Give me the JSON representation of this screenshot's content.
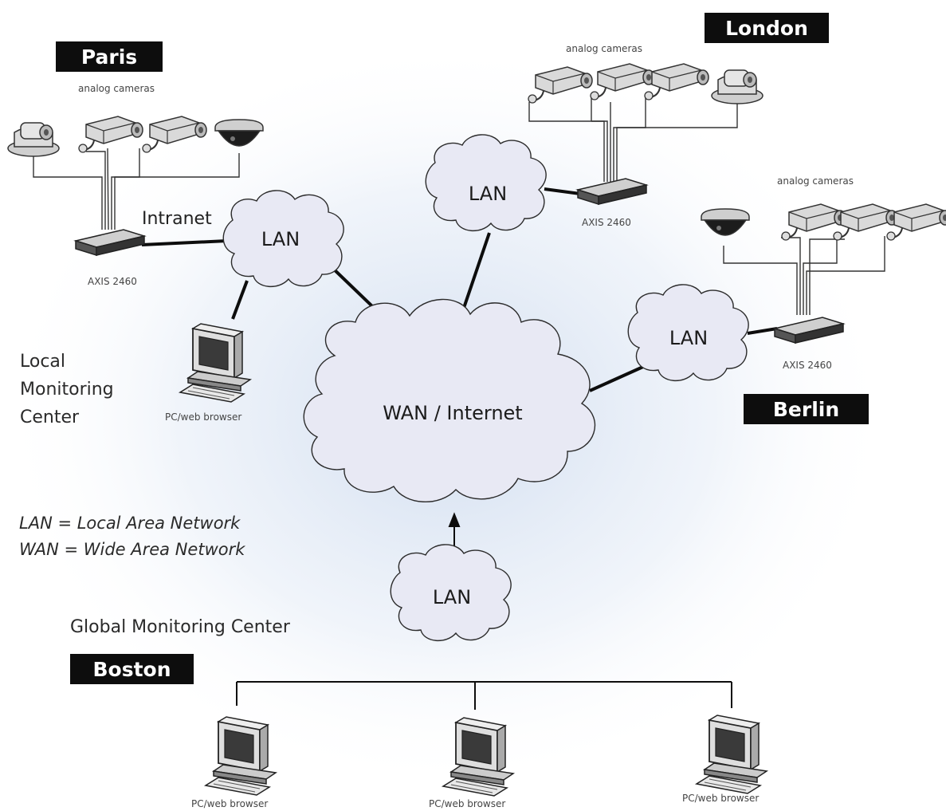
{
  "cities": {
    "paris": "Paris",
    "london": "London",
    "berlin": "Berlin",
    "boston": "Boston"
  },
  "networks": {
    "lan": "LAN",
    "wan": "WAN / Internet",
    "intranet": "Intranet"
  },
  "devices": {
    "analog_cameras": "analog cameras",
    "axis_server": "AXIS 2460",
    "pc_browser": "PC/web browser"
  },
  "centers": {
    "local_line1": "Local",
    "local_line2": "Monitoring",
    "local_line3": "Center",
    "global": "Global Monitoring Center"
  },
  "legend": {
    "lan_def": "LAN = Local Area Network",
    "wan_def": "WAN = Wide Area Network"
  },
  "colors": {
    "cloud_fill": "#e8e9f4",
    "cloud_stroke": "#2b2b2b",
    "label_bg": "#0d0d0d",
    "background_glow": "#cfdcef"
  }
}
